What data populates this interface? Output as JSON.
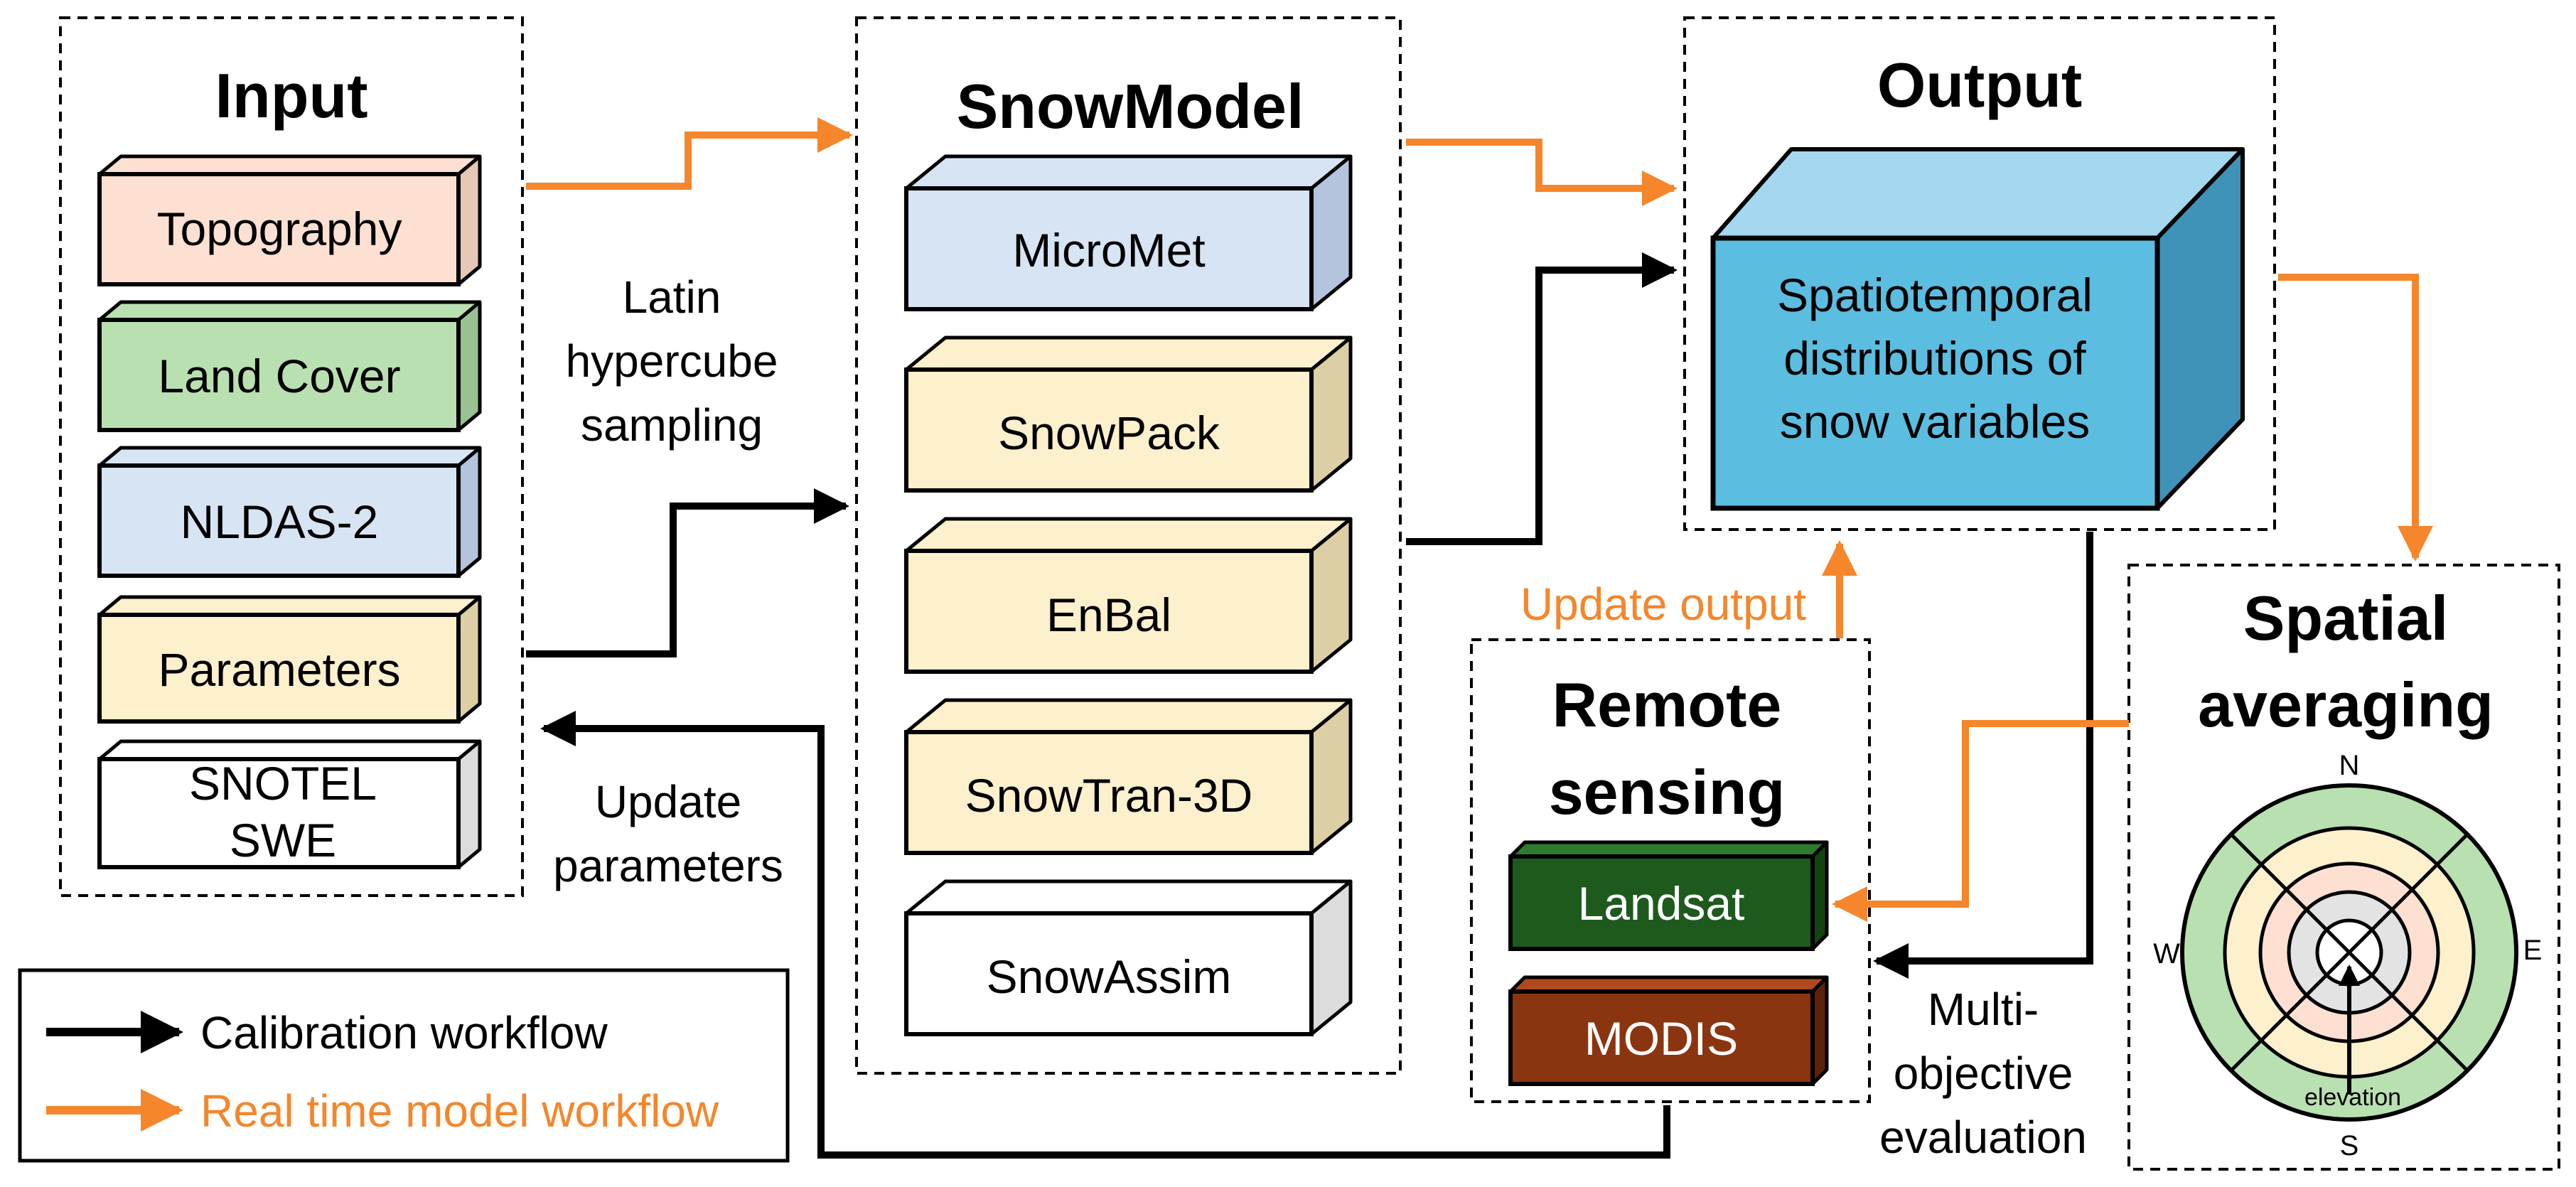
{
  "colors": {
    "orange": "#f5862b",
    "black": "#000000",
    "topography": "#fde0d2",
    "land_cover": "#b9e0b0",
    "blue_light": "#d7e4f4",
    "cream": "#fdf0cc",
    "white": "#ffffff",
    "output_cube": "#5bbde0",
    "landsat": "#1e5a1e",
    "modis": "#8b3510"
  },
  "input": {
    "title": "Input",
    "items": [
      "Topography",
      "Land Cover",
      "NLDAS-2",
      "Parameters"
    ],
    "snotel_line1": "SNOTEL",
    "snotel_line2": "SWE"
  },
  "sampling": {
    "line1": "Latin",
    "line2": "hypercube",
    "line3": "sampling"
  },
  "update_params": {
    "line1": "Update",
    "line2": "parameters"
  },
  "snowmodel": {
    "title": "SnowModel",
    "items": [
      "MicroMet",
      "SnowPack",
      "EnBal",
      "SnowTran-3D",
      "SnowAssim"
    ]
  },
  "output": {
    "title": "Output",
    "line1": "Spatiotemporal",
    "line2": "distributions of",
    "line3": "snow variables"
  },
  "update_output": "Update output",
  "remote": {
    "title_line1": "Remote",
    "title_line2": "sensing",
    "landsat": "Landsat",
    "modis": "MODIS"
  },
  "evaluation": {
    "line1": "Multi-",
    "line2": "objective",
    "line3": "evaluation"
  },
  "spatial": {
    "title_line1": "Spatial",
    "title_line2": "averaging",
    "north": "N",
    "south": "S",
    "east": "E",
    "west": "W",
    "elevation": "elevation"
  },
  "legend": {
    "calibration": "Calibration workflow",
    "realtime": "Real time model workflow"
  }
}
